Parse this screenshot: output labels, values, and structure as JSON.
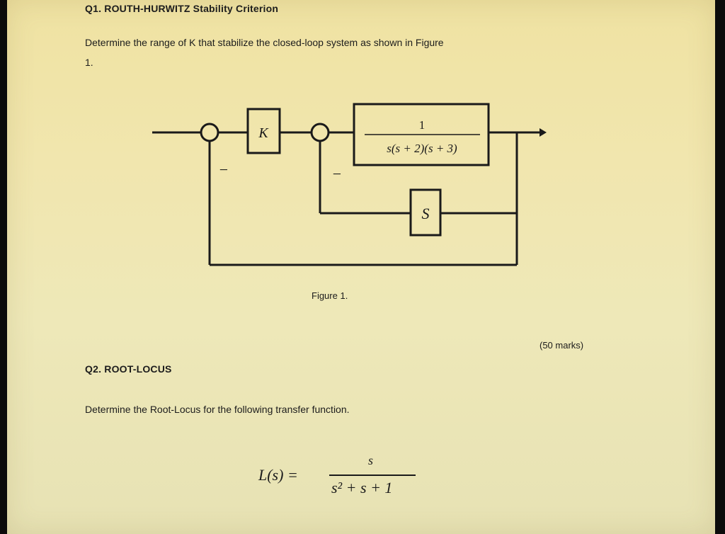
{
  "q1": {
    "heading": "Q1. ROUTH-HURWITZ Stability Criterion",
    "instruction_line1": "Determine the range of K that stabilize the closed-loop system as shown in Figure",
    "instruction_line2": "1."
  },
  "figure1": {
    "gain_block": "K",
    "plant_numerator": "1",
    "plant_denominator": "s(s + 2)(s + 3)",
    "feedback_block": "S",
    "outer_sign": "−",
    "inner_sign": "−",
    "caption": "Figure 1."
  },
  "marks": "(50 marks)",
  "q2": {
    "heading": "Q2. ROOT-LOCUS",
    "instruction": "Determine the Root-Locus for the following transfer function.",
    "equation_lhs": "L(s) =",
    "equation_numerator": "s",
    "equation_denominator": "s² + s + 1"
  }
}
